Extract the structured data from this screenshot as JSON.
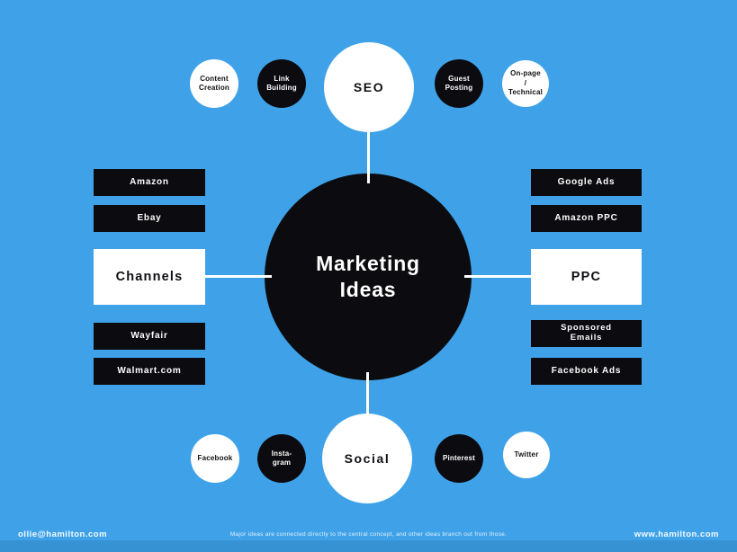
{
  "nodes": {
    "center": "Marketing Ideas",
    "seo": "SEO",
    "channels": "Channels",
    "ppc": "PPC",
    "social": "Social"
  },
  "satellites": {
    "content_creation": "Content Creation",
    "link_building": "Link Building",
    "guest_posting": "Guest Posting",
    "onpage_technical": "On-page / Technical",
    "facebook": "Facebook",
    "instagram": "Insta-gram",
    "pinterest": "Pinterest",
    "twitter": "Twitter"
  },
  "channel_items": [
    "Amazon",
    "Ebay",
    "Wayfair",
    "Walmart.com"
  ],
  "ppc_items": [
    "Google Ads",
    "Amazon PPC",
    "Sponsored Emails",
    "Facebook Ads"
  ],
  "footer": {
    "email": "ollie@hamilton.com",
    "note": "Major ideas are connected directly to the central concept, and other ideas branch out from those.",
    "website": "www.hamilton.com"
  },
  "colors": {
    "background": "#3fa2e8",
    "node_black": "#0c0c10",
    "node_white": "#ffffff",
    "connector": "#ffffff"
  }
}
